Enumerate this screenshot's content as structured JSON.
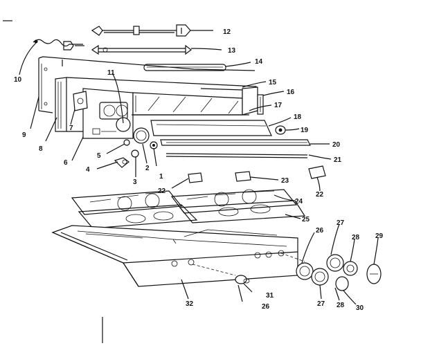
{
  "diagram": {
    "callouts": [
      "1",
      "2",
      "3",
      "4",
      "5",
      "6",
      "7",
      "8",
      "9",
      "10",
      "11",
      "12",
      "13",
      "14",
      "15",
      "16",
      "17",
      "18",
      "19",
      "20",
      "21",
      "22",
      "23",
      "22",
      "24",
      "25",
      "26",
      "27",
      "28",
      "29",
      "26",
      "27",
      "28",
      "30",
      "31",
      "32"
    ]
  }
}
